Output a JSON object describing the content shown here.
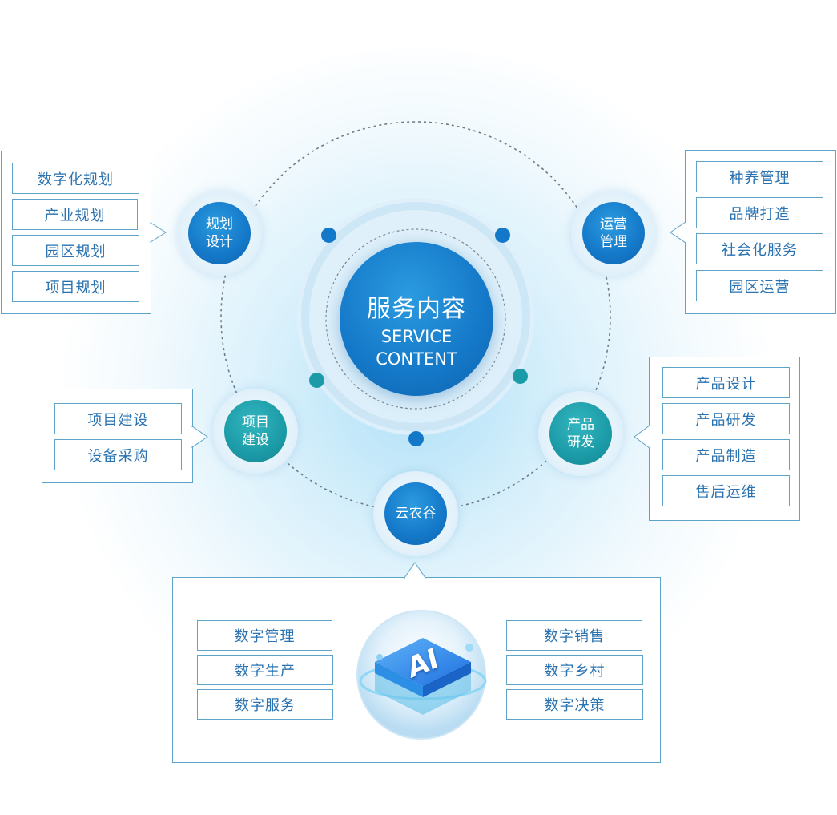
{
  "center": {
    "title": "服务内容",
    "subtitle_line1": "SERVICE",
    "subtitle_line2": "CONTENT"
  },
  "nodes": {
    "planning": {
      "line1": "规划",
      "line2": "设计"
    },
    "operations": {
      "line1": "运营",
      "line2": "管理"
    },
    "construction": {
      "line1": "项目",
      "line2": "建设"
    },
    "product": {
      "line1": "产品",
      "line2": "研发"
    },
    "valley": {
      "label": "云农谷"
    }
  },
  "panels": {
    "planning": [
      "数字化规划",
      "产业规划",
      "园区规划",
      "项目规划"
    ],
    "operations": [
      "种养管理",
      "品牌打造",
      "社会化服务",
      "园区运营"
    ],
    "construction": [
      "项目建设",
      "设备采购"
    ],
    "product": [
      "产品设计",
      "产品研发",
      "产品制造",
      "售后运维"
    ],
    "valley_left": [
      "数字管理",
      "数字生产",
      "数字服务"
    ],
    "valley_right": [
      "数字销售",
      "数字乡村",
      "数字决策"
    ]
  },
  "ai_badge": {
    "text": "AI"
  },
  "colors": {
    "blue": "#1478c8",
    "teal": "#1b9ba7",
    "text": "#2a72b0",
    "border": "#5ea3c9"
  }
}
